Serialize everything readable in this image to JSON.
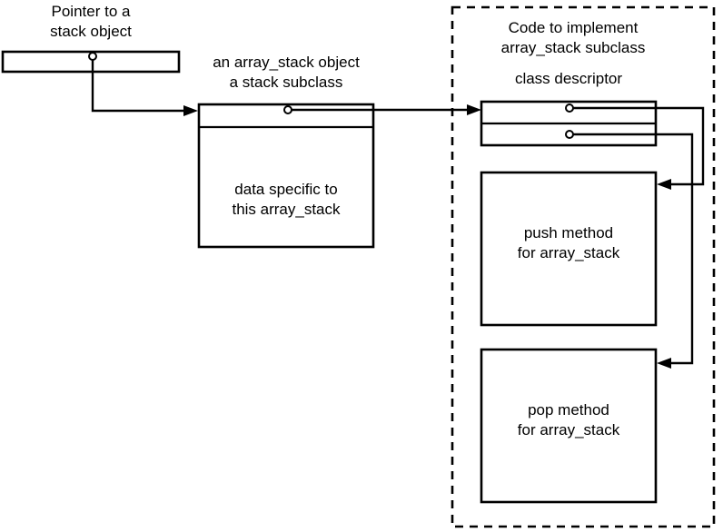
{
  "diagram": {
    "title_not_shown": "",
    "labels": {
      "pointer_box": [
        "Pointer to a",
        "stack object"
      ],
      "object_box": [
        "an array_stack object",
        "a stack subclass"
      ],
      "object_data": [
        "data specific to",
        "this array_stack"
      ],
      "region": [
        "Code to implement",
        "array_stack subclass"
      ],
      "class_descriptor": "class descriptor",
      "push_method": [
        "push method",
        "for array_stack"
      ],
      "pop_method": [
        "pop method",
        "for array_stack"
      ]
    },
    "colors": {
      "stroke": "#000000",
      "fill": "#ffffff",
      "background": "#ffffff"
    },
    "nodes": [
      {
        "id": "pointer-box",
        "kind": "slot",
        "label": "Pointer to a stack object"
      },
      {
        "id": "array-stack-object",
        "kind": "object",
        "label": "an array_stack object / a stack subclass"
      },
      {
        "id": "class-descriptor",
        "kind": "table",
        "rows": 2,
        "label": "class descriptor"
      },
      {
        "id": "push-method",
        "kind": "code",
        "label": "push method for array_stack"
      },
      {
        "id": "pop-method",
        "kind": "code",
        "label": "pop method for array_stack"
      }
    ],
    "edges": [
      {
        "from": "pointer-box",
        "to": "array-stack-object",
        "style": "elbow"
      },
      {
        "from": "array-stack-object",
        "to": "class-descriptor",
        "style": "straight"
      },
      {
        "from": "class-descriptor.row1",
        "to": "push-method",
        "style": "elbow"
      },
      {
        "from": "class-descriptor.row2",
        "to": "pop-method",
        "style": "elbow"
      }
    ]
  }
}
